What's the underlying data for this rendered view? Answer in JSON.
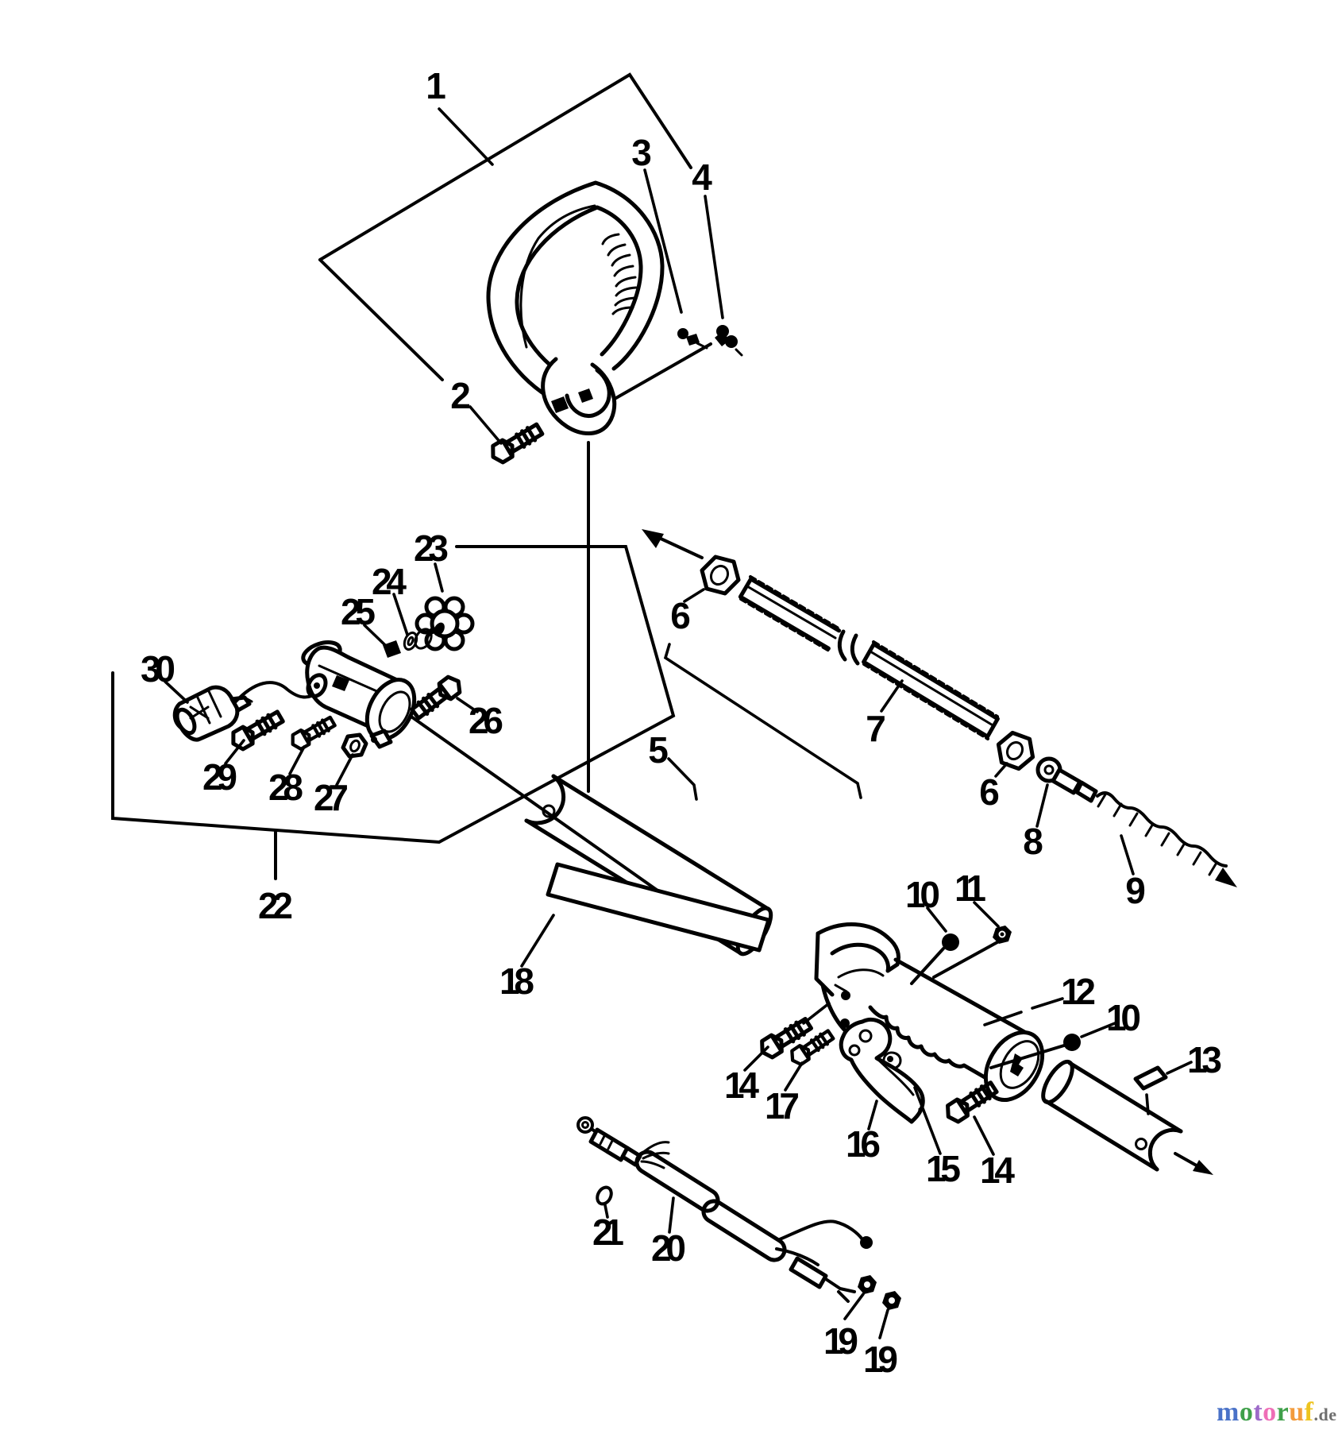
{
  "diagram": {
    "description": "Exploded parts diagram of trimmer handle, drive shaft tube and throttle assembly",
    "callouts": [
      {
        "label": "1"
      },
      {
        "label": "2"
      },
      {
        "label": "3"
      },
      {
        "label": "4"
      },
      {
        "label": "5"
      },
      {
        "label": "6"
      },
      {
        "label": "7"
      },
      {
        "label": "6"
      },
      {
        "label": "8"
      },
      {
        "label": "9"
      },
      {
        "label": "10"
      },
      {
        "label": "11"
      },
      {
        "label": "12"
      },
      {
        "label": "10"
      },
      {
        "label": "13"
      },
      {
        "label": "14"
      },
      {
        "label": "17"
      },
      {
        "label": "16"
      },
      {
        "label": "15"
      },
      {
        "label": "14"
      },
      {
        "label": "18"
      },
      {
        "label": "19"
      },
      {
        "label": "19"
      },
      {
        "label": "20"
      },
      {
        "label": "21"
      },
      {
        "label": "22"
      },
      {
        "label": "23"
      },
      {
        "label": "24"
      },
      {
        "label": "25"
      },
      {
        "label": "26"
      },
      {
        "label": "27"
      },
      {
        "label": "28"
      },
      {
        "label": "29"
      },
      {
        "label": "30"
      }
    ]
  },
  "watermark": {
    "brand": "motoruf",
    "letters": [
      {
        "ch": "m",
        "color": "#4a72c8"
      },
      {
        "ch": "o",
        "color": "#3fa04a"
      },
      {
        "ch": "t",
        "color": "#9d6ac9"
      },
      {
        "ch": "o",
        "color": "#ef6fb7"
      },
      {
        "ch": "r",
        "color": "#3fa04a"
      },
      {
        "ch": "u",
        "color": "#f39c3d"
      },
      {
        "ch": "f",
        "color": "#eec41f"
      }
    ],
    "suffix": ".de",
    "suffix_color": "#6e6e6e"
  }
}
